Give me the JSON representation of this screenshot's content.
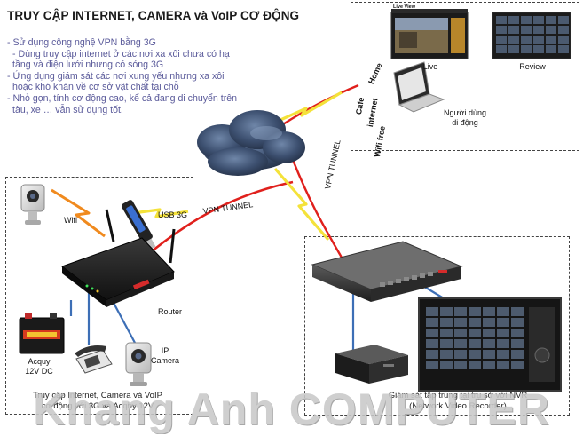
{
  "title": "TRUY CẬP INTERNET, CAMERA và VoIP CƠ ĐỘNG",
  "bullets": [
    "- Sử dụng công nghệ VPN bằng 3G",
    "- Dùng truy cập internet ở các nơi xa xôi chưa có hạ",
    "  tầng và điện lưới nhưng có sóng 3G",
    "- Ứng dụng giám sát các nơi xung yếu nhưng xa xôi",
    "  hoặc khó khăn về cơ sở vật chất tại chỗ",
    "- Nhỏ gọn, tính cơ động cao, kể cả đang di chuyển trên",
    "  tàu, xe … vẫn sử dụng tốt."
  ],
  "top_right": {
    "live_label": "Live",
    "review_label": "Review",
    "mobile_user_label_1": "Người dùng",
    "mobile_user_label_2": "di động",
    "home_label": "Home",
    "cafe_label": "Cafe",
    "internet_label": "internet",
    "wifi_free_label": "Wifi free",
    "live_view_header": "Live View"
  },
  "left_box": {
    "wifi_label": "Wifi",
    "usb_label": "USB 3G",
    "router_label": "Router",
    "ip_camera_label_1": "IP",
    "ip_camera_label_2": "Camera",
    "battery_label_1": "Acquy",
    "battery_label_2": "12V DC",
    "caption_1": "Truy cập Internet, Camera và VoIP",
    "caption_2": "cơ động với 3G và Acquy 12V"
  },
  "right_box": {
    "caption_1": "Giám sát tập trung tại trụ sở với NVR",
    "caption_2": "(Network Video Recorder)"
  },
  "tunnels": {
    "vpn_tunnel_left": "VPN TUNNEL",
    "vpn_tunnel_right": "VPN TUNNEL"
  },
  "watermark": "Khang Anh COMPUTER",
  "colors": {
    "tunnel_red": "#e0201c",
    "lightning_yellow": "#f4e23a",
    "link_blue": "#3d6fb6",
    "wifi_orange": "#f08a1e"
  }
}
